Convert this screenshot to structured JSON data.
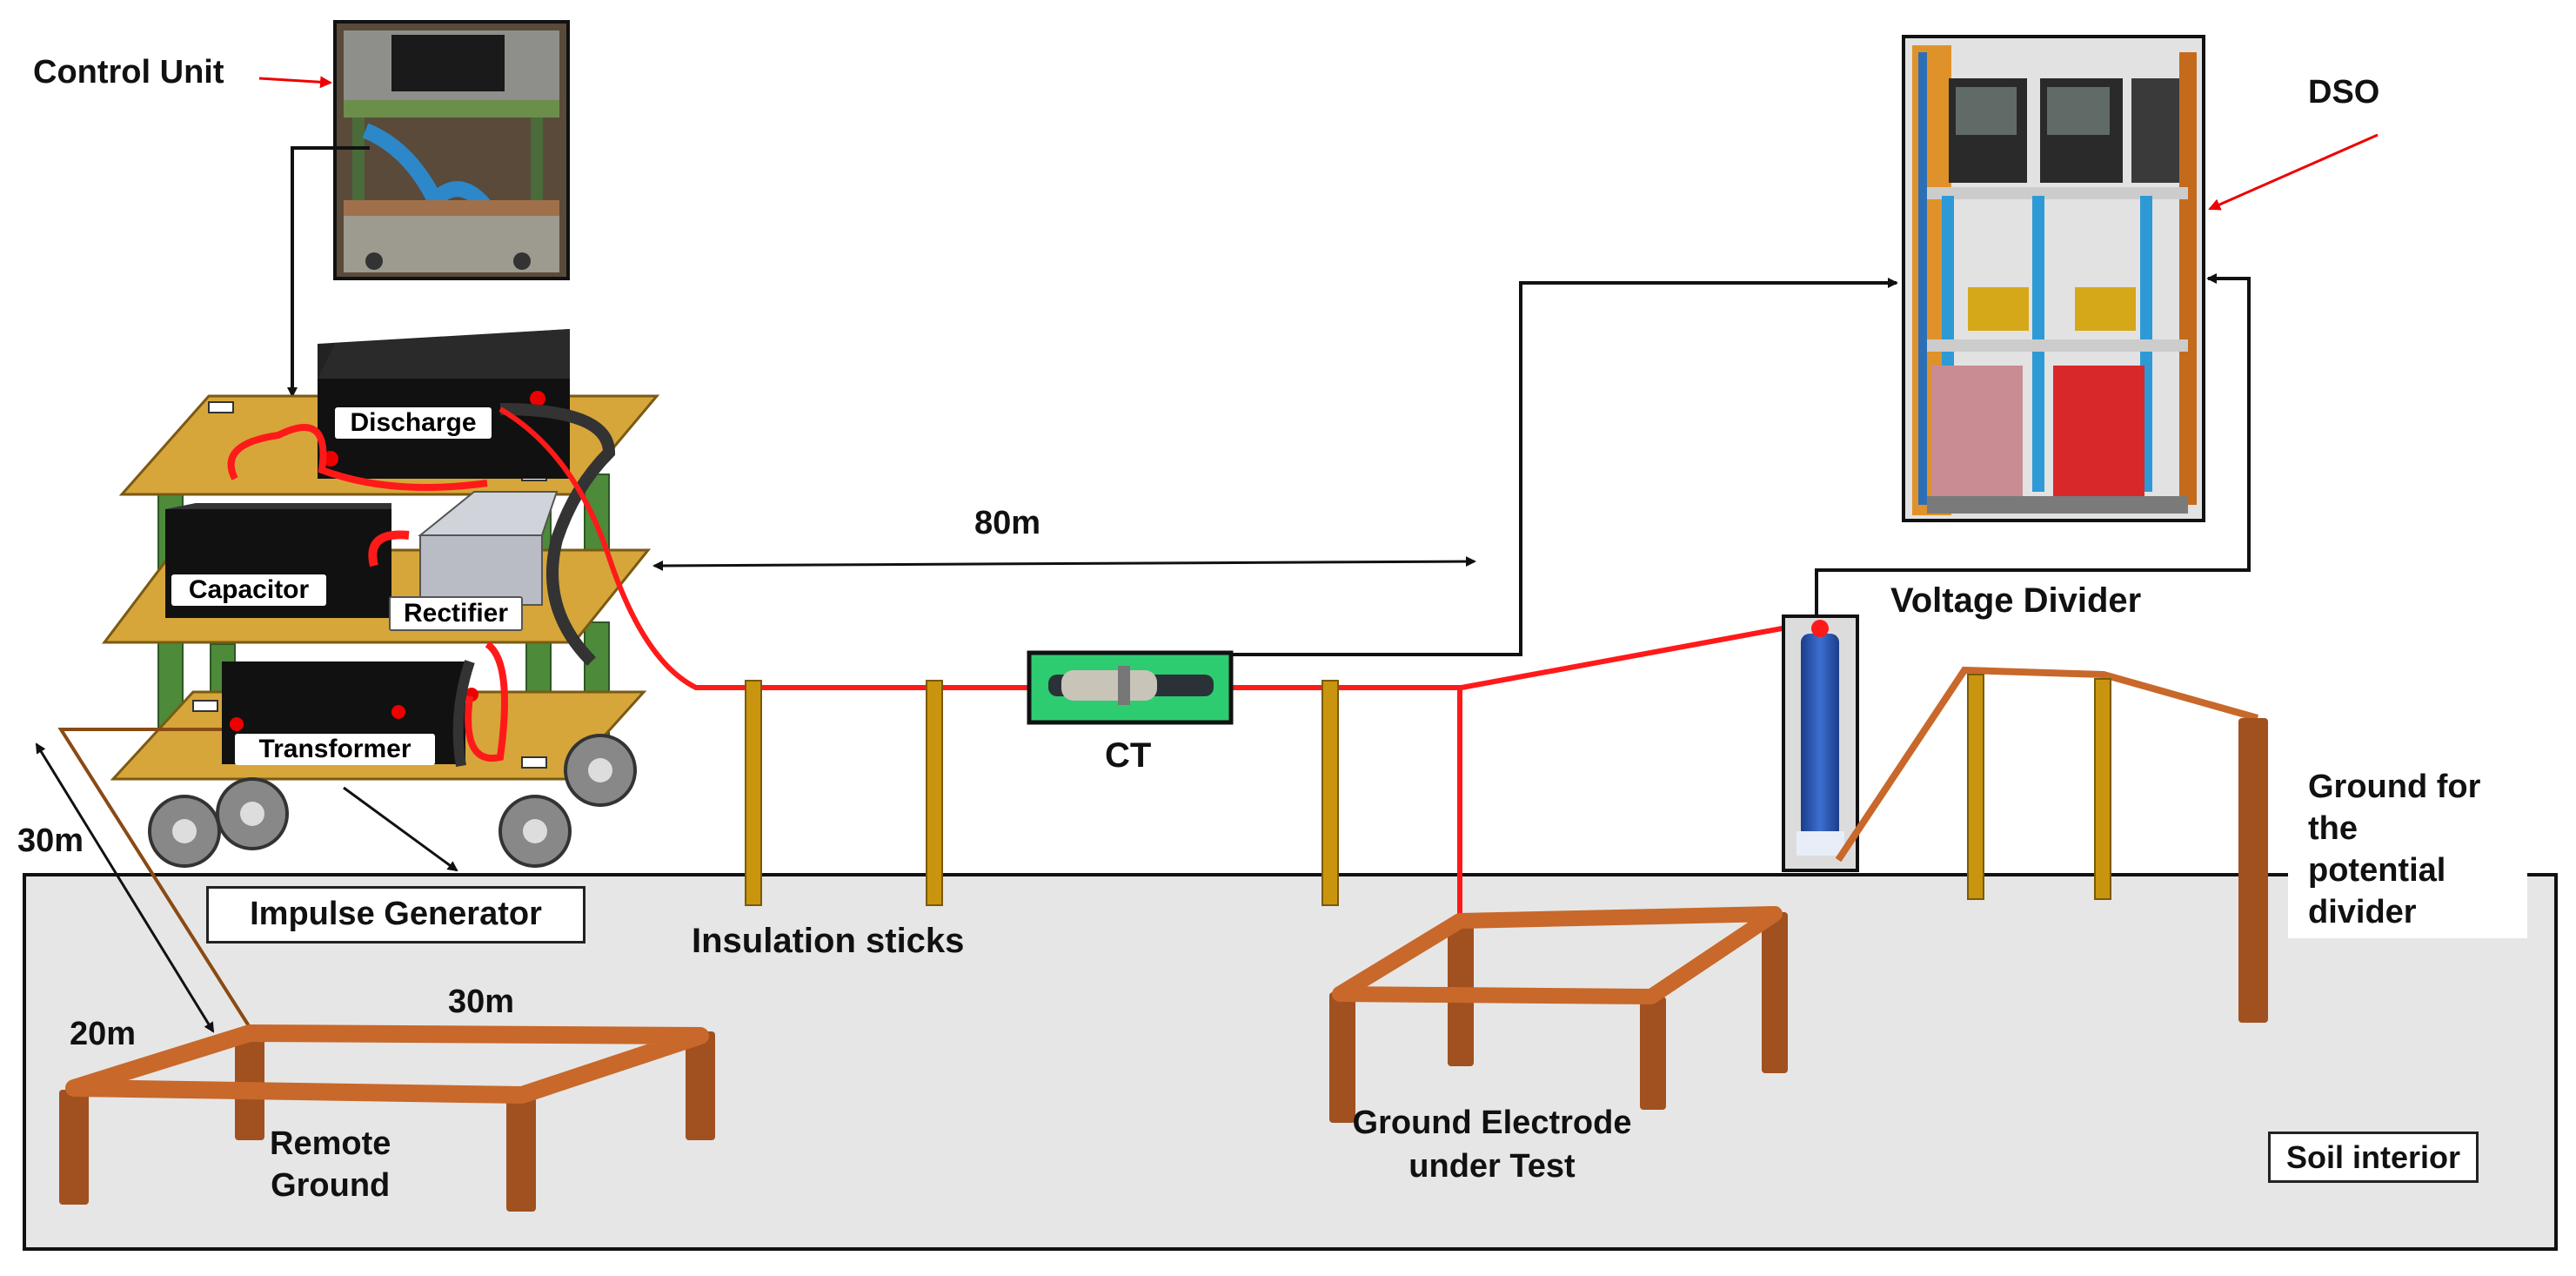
{
  "labels": {
    "control_unit": "Control Unit",
    "dso": "DSO",
    "discharge": "Discharge",
    "capacitor": "Capacitor",
    "rectifier": "Rectifier",
    "transformer": "Transformer",
    "impulse_generator": "Impulse Generator",
    "distance_80m": "80m",
    "distance_30m_side": "30m",
    "distance_20m": "20m",
    "distance_30m_top": "30m",
    "ct": "CT",
    "voltage_divider": "Voltage Divider",
    "insulation_sticks": "Insulation sticks",
    "ground_for_divider_1": "Ground for",
    "ground_for_divider_2": "the",
    "ground_for_divider_3": "potential",
    "ground_for_divider_4": "divider",
    "remote_ground_1": "Remote",
    "remote_ground_2": "Ground",
    "ground_electrode_1": "Ground Electrode",
    "ground_electrode_2": "under Test",
    "soil_interior": "Soil interior"
  },
  "colors": {
    "soil": "#e6e6e6",
    "board": "#d6a63a",
    "cable_red": "#ff1a1a",
    "ground_rod": "#c8682a",
    "insulator": "#c9950f",
    "box_black": "#111111",
    "ct_green": "#2ecc71"
  }
}
